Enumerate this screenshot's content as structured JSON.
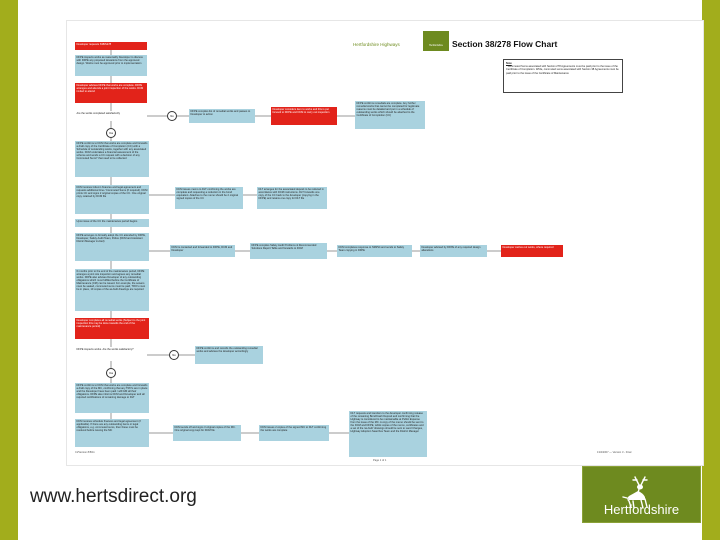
{
  "slide": {
    "url": "www.hertsdirect.org",
    "logo_text": "Hertfordshire",
    "colors": {
      "side_bar": "#a2ad1c",
      "box_blue": "#a9d2df",
      "box_red": "#e2231a",
      "logo": "#6e8a1f"
    }
  },
  "doc": {
    "title": "Section 38/278 Flow Chart",
    "brand": "Hertfordshire Highways",
    "crest_label": "Hertfordshire",
    "note": {
      "head": "Note",
      "text": "* Commuted Sums associated with Section 278 Agreements must be paid prior to the issue of the Certificate of Completion. While, commuted sums associated with Section 38 Agreements must be paid prior to the issue of the Certificate of Maintenance"
    },
    "footer_left": "CI/Version 8/8/11",
    "footer_center": "Page 1 of 1",
    "footer_right": "13/4/2007 — Version 3 - Final",
    "boxes": {
      "b1": "Developer requests S38/S278",
      "b2": "DFPE inspects works as reasonably Developer to discuss with DFPE any proposed deviations from the approved design. Works must be approved prior to implementation",
      "b3": "Developer advises DFPE that works are complete. DFPE arranges and attends a joint inspection of the works. DCM invited to attend",
      "b4": "Are the works completed satisfactorily",
      "b5": "DFPE compiles list of remedial works and passes to Developer to action",
      "b6": "Developer considers item to works and this is put forward to DFPE and DCM to carry out inspection",
      "b7": "DFPE confirms remedials are complete. Any further remedial works that cannot be completed for legitimate reasons must be detailed and put in a schedule of outstanding works which should be attached to the Certificate of Completion (CC)",
      "b8": "DFPE confirms to DCM that works are complete and forwards a draft copy of the Certificate of Completion (CC) with a Schedule of outstanding works, together with any associated works. DCM undertakes a financial assessment of the scheme and sends a CC request with a decision of any Commuted Sums* that need to be collected",
      "b9": "DCM reviews Indemn finances and legal agreement and requests additional time / Commuted Sums (if required). DCM prints CC and signs 2 original copies of the CC. One original copy retained by DCM file",
      "b10": "DCM issues memo to DLT confirming the works are complete and requesting a reduction in the bond equivalent. Attaches to the memo should be 2 original signed copies of the CC",
      "b11": "DLT arranges for the associated deposit to be reduced in accordance with DCM instructions. DLT forwards one copy of the CC back to the developer (copying in the DFPE) and retains one copy for DLT file",
      "b12": "Upon issue of the CC the maintenance period begins",
      "b13": "DFPE arranges to formally adopt the CC attended by DFPE, Developer, Safety Audit Team, Police (DCM and Assistant District Manager invited)",
      "b14": "DCM is contacted and forwarded to DFPE, DCM and Developer",
      "b15": "DFPE compiles Safety Audit Problems & Recommended Solutions Report Table and forwards to DCM",
      "b16": "DCM completes response to S38/S4 and sends to Safety Team copying in DFPE",
      "b17": "Developer advised by DFPE of any required design alterations",
      "b18": "Developer carries out works, where required",
      "b19": "6 months prior to the end of the maintenance period, DFPE arranges a joint site inspection and agrees any remedial works. DFPE also advises Developer of any outstanding obligations which must fulfilled before the Certificate of Maintenance (CM) can be issued. For example, the sewers must be sealed, commuted sums must be paid, TRO's must be in place, 10 copies of the as-built drawings are required",
      "b20": "Developer completes all remedial works (Subject to the joint inspection this may be done towards the end of the maintenance period)",
      "b21": "DFPE inspects works. Are the works satisfactory?",
      "b22": "DFPE confirms and records the outstanding remedial works and advises the developer accordingly",
      "b23": "DFPE confirms to DCM that works are complete and forwards a draft copy of the MC, confirming that any TRO's are in place and the Developer have been paid / will fulfil all their obligations. DFPE also informs DCM and Developer and all required rectifications of remaining damage to DLT",
      "b24": "DCM reviews schedule finances and legal agreement (if applicable). If there are any outstanding items or legal obligations, e.g. commuted sums, then these must be resolved before issuing the MC",
      "b25": "DCM sends off and signs 3 original copies of the MC. One original copy kept for DCM file",
      "b26": "DCM issues 2 copies of the signed MC to DLT confirming the works are complete",
      "b27": "DLT requests and transfers to the developer confirming release of the remaining Bond/Cash Deposit and confirming that the Highway is considered to be maintainable at Public Expense from the issue of the MC. A copy of the memo should be sent to the DCM and DFPE, whilst copies of the memo, certificates and a set of the 'as-built' drawings should be sent to Land Charges, Highway Adoption Searches Team and the District Manager"
    },
    "labels": {
      "no1": "No",
      "yes1": "Yes",
      "no2": "No",
      "yes2": "Yes"
    }
  }
}
